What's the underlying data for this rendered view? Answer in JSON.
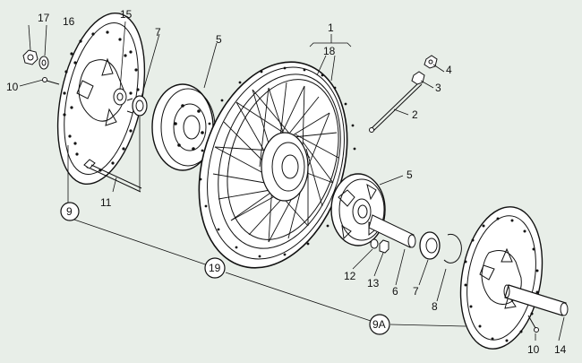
{
  "callouts": {
    "c1": "1",
    "c2": "2",
    "c3": "3",
    "c4": "4",
    "c5a": "5",
    "c5b": "5",
    "c6": "6",
    "c7a": "7",
    "c7b": "7",
    "c8": "8",
    "c9": "9",
    "c9a": "9A",
    "c10a": "10",
    "c10b": "10",
    "c11": "11",
    "c12": "12",
    "c13": "13",
    "c14": "14",
    "c15": "15",
    "c16": "16",
    "c17": "17",
    "c18": "18",
    "c19": "19"
  },
  "colors": {
    "background": "#e8eee8",
    "line": "#111111"
  }
}
